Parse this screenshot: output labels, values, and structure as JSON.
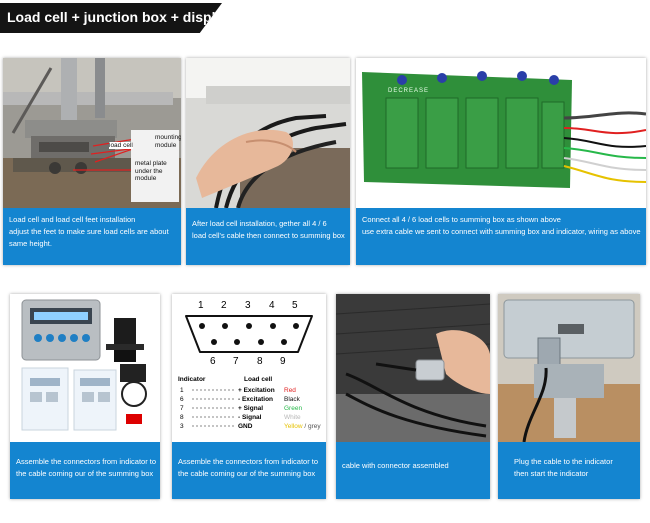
{
  "banner": {
    "title": "Load cell + junction box + display"
  },
  "steps": [
    {
      "caption": [
        "Load cell and load cell feet installation",
        "adjust the feet to make sure load cells are about",
        "same height."
      ],
      "labels": {
        "load_cell": "load cell",
        "mounting": "mounting",
        "module": "module",
        "plate1": "metal plate",
        "plate2": "under the module"
      }
    },
    {
      "caption": [
        "After load cell installation, gether all 4 / 6",
        "load cell's cable then connect to summing box"
      ]
    },
    {
      "caption": [
        "Connect all 4 / 6 load cells to summing box as shown above",
        "use extra cable we sent to connect with summing box and indicator, wiring as above"
      ],
      "labels": {
        "decrease": "DECREASE"
      }
    },
    {
      "caption": [
        "Assemble the connectors from indicator to",
        "the cable coming our of the summing box"
      ]
    },
    {
      "caption": [
        "Assemble the connectors from indicator to",
        "the cable coming our of the summing box"
      ],
      "pins_top": [
        "1",
        "2",
        "3",
        "4",
        "5"
      ],
      "pins_bottom": [
        "6",
        "7",
        "8",
        "9"
      ],
      "table": {
        "left_header": "Indicator",
        "right_header": "Load cell",
        "rows": [
          {
            "pin": "1",
            "signal": "+ Excitation",
            "color": "Red"
          },
          {
            "pin": "6",
            "signal": "- Excitation",
            "color": "Black"
          },
          {
            "pin": "7",
            "signal": "+ Signal",
            "color": "Green"
          },
          {
            "pin": "8",
            "signal": "- Signal",
            "color": "White"
          },
          {
            "pin": "3",
            "signal": "GND",
            "color": "Yellow",
            "color_suffix": " / grey"
          }
        ]
      }
    },
    {
      "caption": [
        "cable with connector assembled"
      ]
    },
    {
      "caption": [
        "Plug the cable to the indicator",
        "then start the indicator"
      ]
    }
  ],
  "colors": {
    "caption_bg": "#1485d0",
    "banner_bg": "#141414",
    "red": "#e02020",
    "black": "#111111",
    "green": "#27b84a",
    "white": "#b8b8b8",
    "yellow": "#e6c200"
  }
}
